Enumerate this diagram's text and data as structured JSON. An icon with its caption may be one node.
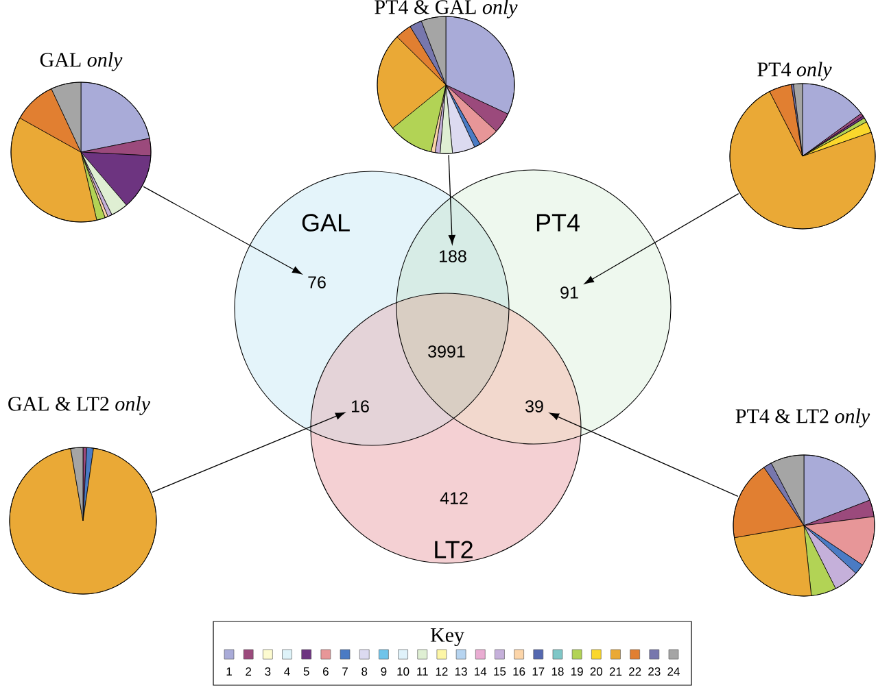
{
  "diagram": {
    "nodes": [
      {
        "text": [
          "GAL"
        ]
      },
      {
        "text": [
          "PT4"
        ]
      },
      {
        "text": [
          "LT2"
        ]
      },
      {
        "text": [
          "76"
        ],
        "in": 0
      },
      {
        "text": [
          "188"
        ]
      },
      {
        "text": [
          "91"
        ],
        "in": 1
      },
      {
        "text": [
          "3991"
        ]
      },
      {
        "text": [
          "16"
        ]
      },
      {
        "text": [
          "39"
        ]
      },
      {
        "text": [
          "412"
        ],
        "in": 2
      },
      {
        "text": [
          "GAL *only*"
        ]
      },
      {
        "text": [
          "PT4 & GAL *only*"
        ]
      },
      {
        "text": [
          "PT4 *only*"
        ]
      },
      {
        "text": [
          "GAL & LT2 *only*"
        ]
      },
      {
        "text": [
          "PT4 & LT2 *only*"
        ]
      }
    ],
    "edges": [
      {
        "from": 10,
        "to": 3,
        "arrow": "to"
      },
      {
        "from": 11,
        "to": 4,
        "arrow": "to"
      },
      {
        "from": 12,
        "to": 5,
        "arrow": "to"
      },
      {
        "from": 13,
        "to": 7,
        "arrow": "to"
      },
      {
        "from": 14,
        "to": 8,
        "arrow": "to"
      }
    ],
    "labels": [
      "Key"
    ],
    "legend": [
      {
        "text": "1",
        "color": "#a9abd8"
      },
      {
        "text": "2",
        "color": "#9b4a7c"
      },
      {
        "text": "3",
        "color": "#fdfbd0"
      },
      {
        "text": "4",
        "color": "#def3f9"
      },
      {
        "text": "5",
        "color": "#6d3480"
      },
      {
        "text": "6",
        "color": "#e79698"
      },
      {
        "text": "7",
        "color": "#4a7bc4"
      },
      {
        "text": "8",
        "color": "#dcdaf0"
      },
      {
        "text": "9",
        "color": "#6fc4ea"
      },
      {
        "text": "10",
        "color": "#e0f2fa"
      },
      {
        "text": "11",
        "color": "#dfefd3"
      },
      {
        "text": "12",
        "color": "#fdf6a6"
      },
      {
        "text": "13",
        "color": "#b6d4f0"
      },
      {
        "text": "14",
        "color": "#e9acd2"
      },
      {
        "text": "15",
        "color": "#c5b0da"
      },
      {
        "text": "16",
        "color": "#fcd5a9"
      },
      {
        "text": "17",
        "color": "#5468b0"
      },
      {
        "text": "18",
        "color": "#7fc7c7"
      },
      {
        "text": "19",
        "color": "#b2d355"
      },
      {
        "text": "20",
        "color": "#fad72c"
      },
      {
        "text": "21",
        "color": "#eaa936"
      },
      {
        "text": "22",
        "color": "#e17f31"
      },
      {
        "text": "23",
        "color": "#7777ad"
      },
      {
        "text": "24",
        "color": "#a5a5a5"
      }
    ]
  }
}
